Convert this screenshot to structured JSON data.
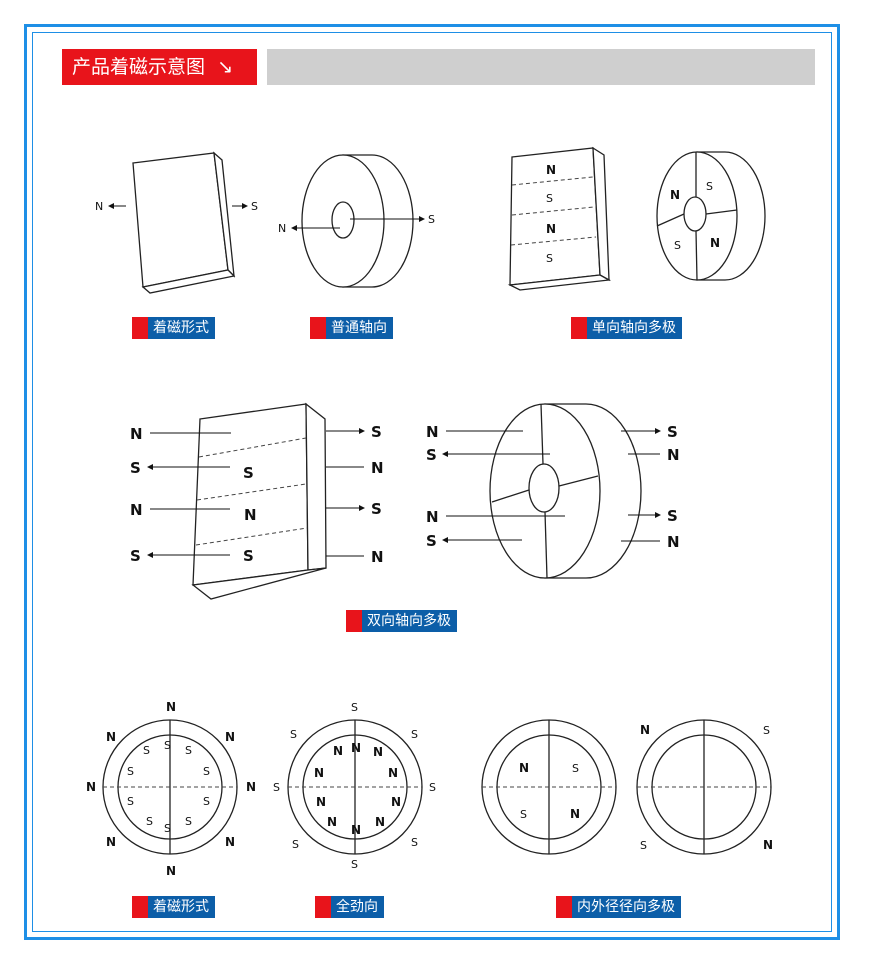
{
  "header": {
    "title": "产品着磁示意图",
    "title_arrow": "↘"
  },
  "captions": {
    "row1_a": "着磁形式",
    "row1_b": "普通轴向",
    "row1_c": "单向轴向多极",
    "row2": "双向轴向多极",
    "row3_a": "着磁形式",
    "row3_b": "全劲向",
    "row3_c": "内外径径向多极"
  },
  "poles": {
    "north": "N",
    "south": "S"
  },
  "colors": {
    "frame": "#1e8fe6",
    "title_bg": "#e8141b",
    "caption_bg": "#0c5ea8",
    "header_bar": "#cfcfcf"
  }
}
